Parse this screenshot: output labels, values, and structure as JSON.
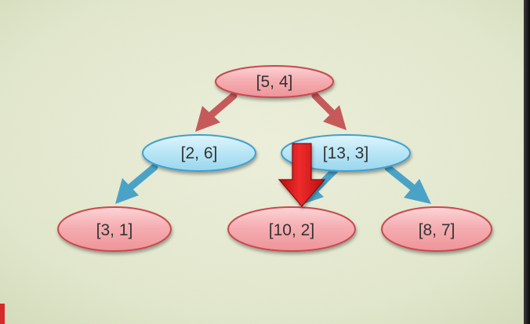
{
  "diagram": {
    "type": "kd-tree",
    "nodes": [
      {
        "id": "root",
        "label": "[5, 4]",
        "split": "x",
        "color": "#f2a0a5"
      },
      {
        "id": "left",
        "label": "[2, 6]",
        "split": "y",
        "color": "#a9dcef"
      },
      {
        "id": "right",
        "label": "[13, 3]",
        "split": "y",
        "color": "#a9dcef"
      },
      {
        "id": "left-left",
        "label": "[3, 1]",
        "split": "x",
        "color": "#f2a0a5"
      },
      {
        "id": "right-left",
        "label": "[10, 2]",
        "split": "x",
        "color": "#f2a0a5"
      },
      {
        "id": "right-right",
        "label": "[8, 7]",
        "split": "x",
        "color": "#f2a0a5"
      }
    ],
    "edges": [
      {
        "from": "root",
        "to": "left",
        "color": "#c65a5a"
      },
      {
        "from": "root",
        "to": "right",
        "color": "#c65a5a"
      },
      {
        "from": "left",
        "to": "left-left",
        "color": "#4aa3c7"
      },
      {
        "from": "right",
        "to": "right-left",
        "color": "#4aa3c7"
      },
      {
        "from": "right",
        "to": "right-right",
        "color": "#4aa3c7"
      }
    ],
    "highlight": {
      "type": "down-arrow",
      "target": "right-left",
      "color": "#d81818"
    }
  },
  "colors": {
    "background": "#e6ead2",
    "pink_fill": "#f4aeb1",
    "pink_stroke": "#c8494f",
    "blue_fill": "#b6e4f4",
    "blue_stroke": "#3fa0d0",
    "text": "#333333"
  }
}
